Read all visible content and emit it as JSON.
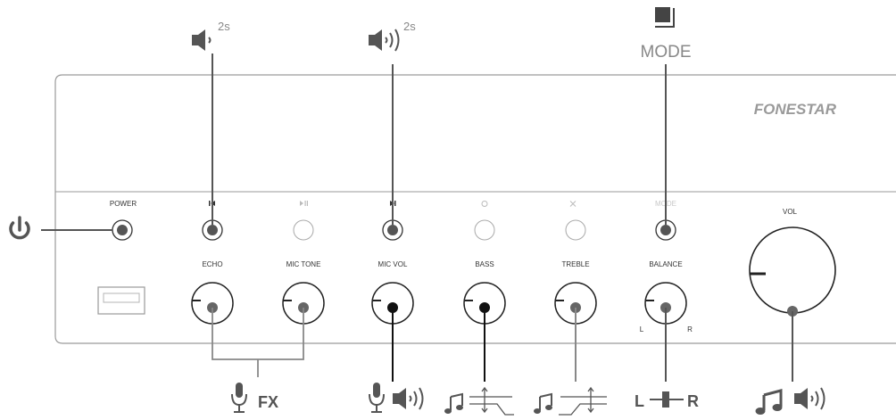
{
  "brand": "FONESTAR",
  "panel": {
    "buttons": [
      {
        "label": "POWER"
      },
      {
        "label": "PREV"
      },
      {
        "label": "PLAY/PAUSE"
      },
      {
        "label": "NEXT"
      },
      {
        "label": "REPEAT"
      },
      {
        "label": "SHUFFLE"
      },
      {
        "label": "MODE"
      }
    ],
    "knobs": [
      {
        "label": "ECHO"
      },
      {
        "label": "MIC TONE"
      },
      {
        "label": "MIC VOL"
      },
      {
        "label": "BASS"
      },
      {
        "label": "TREBLE"
      },
      {
        "label": "BALANCE"
      }
    ],
    "vol_label": "VOL",
    "balance_left": "L",
    "balance_right": "R"
  },
  "callouts": {
    "prev_hold": "2s",
    "next_hold": "2s",
    "mode": "MODE",
    "fx": "FX",
    "balance_left": "L",
    "balance_right": "R"
  },
  "colors": {
    "line": "#555555",
    "panel": "#9a9a9a",
    "text": "#333333"
  }
}
